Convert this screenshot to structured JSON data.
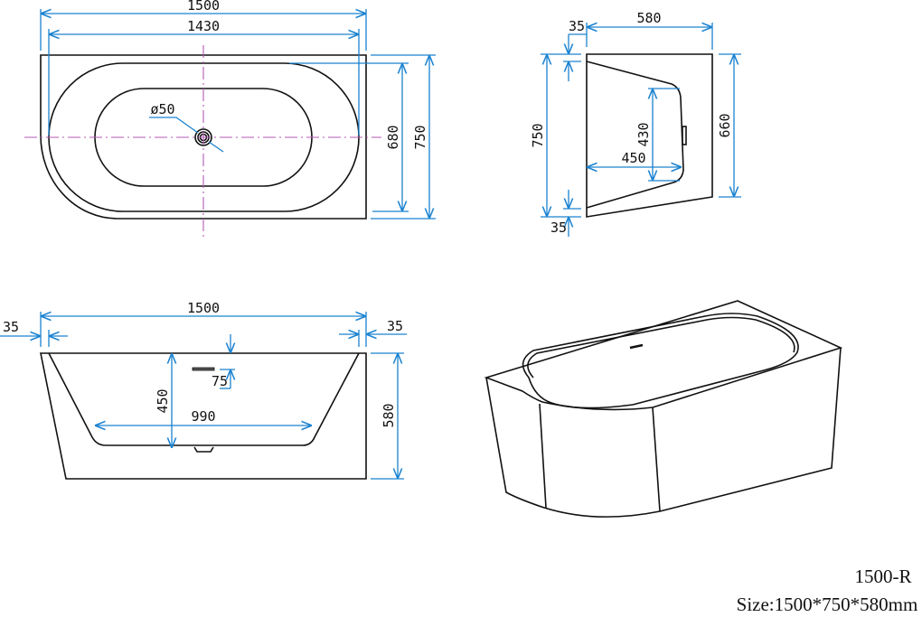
{
  "model": "1500-R",
  "size_label": "Size:1500*750*580mm",
  "colors": {
    "outline": "#111111",
    "dimension": "#1a82d0",
    "centerline": "#b45ab4"
  },
  "top_view": {
    "overall_length": "1500",
    "inner_length": "1430",
    "drain_diameter": "ø50",
    "inner_width": "680",
    "overall_width": "750"
  },
  "side_view": {
    "depth": "580",
    "rim_top": "35",
    "rim_bottom": "35",
    "overall_width": "750",
    "height": "660",
    "basin_height": "430",
    "basin_depth": "450"
  },
  "front_view": {
    "overall_length": "1500",
    "rim_left": "35",
    "rim_right": "35",
    "basin_depth": "450",
    "overflow_offset": "75",
    "bottom_length": "990",
    "height": "580"
  }
}
